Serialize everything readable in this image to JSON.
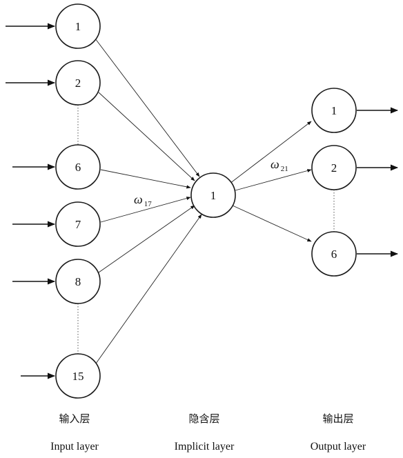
{
  "input_layer": {
    "nodes": [
      "1",
      "2",
      "6",
      "7",
      "8",
      "15"
    ],
    "label_cn": "输入层",
    "label_en": "Input layer"
  },
  "hidden_layer": {
    "nodes": [
      "1"
    ],
    "label_cn": "隐含层",
    "label_en": "Implicit layer"
  },
  "output_layer": {
    "nodes": [
      "1",
      "2",
      "6"
    ],
    "label_cn": "输出层",
    "label_en": "Output layer"
  },
  "weights": {
    "w17": {
      "symbol": "ω",
      "subscript": "17"
    },
    "w21": {
      "symbol": "ω",
      "subscript": "21"
    }
  }
}
